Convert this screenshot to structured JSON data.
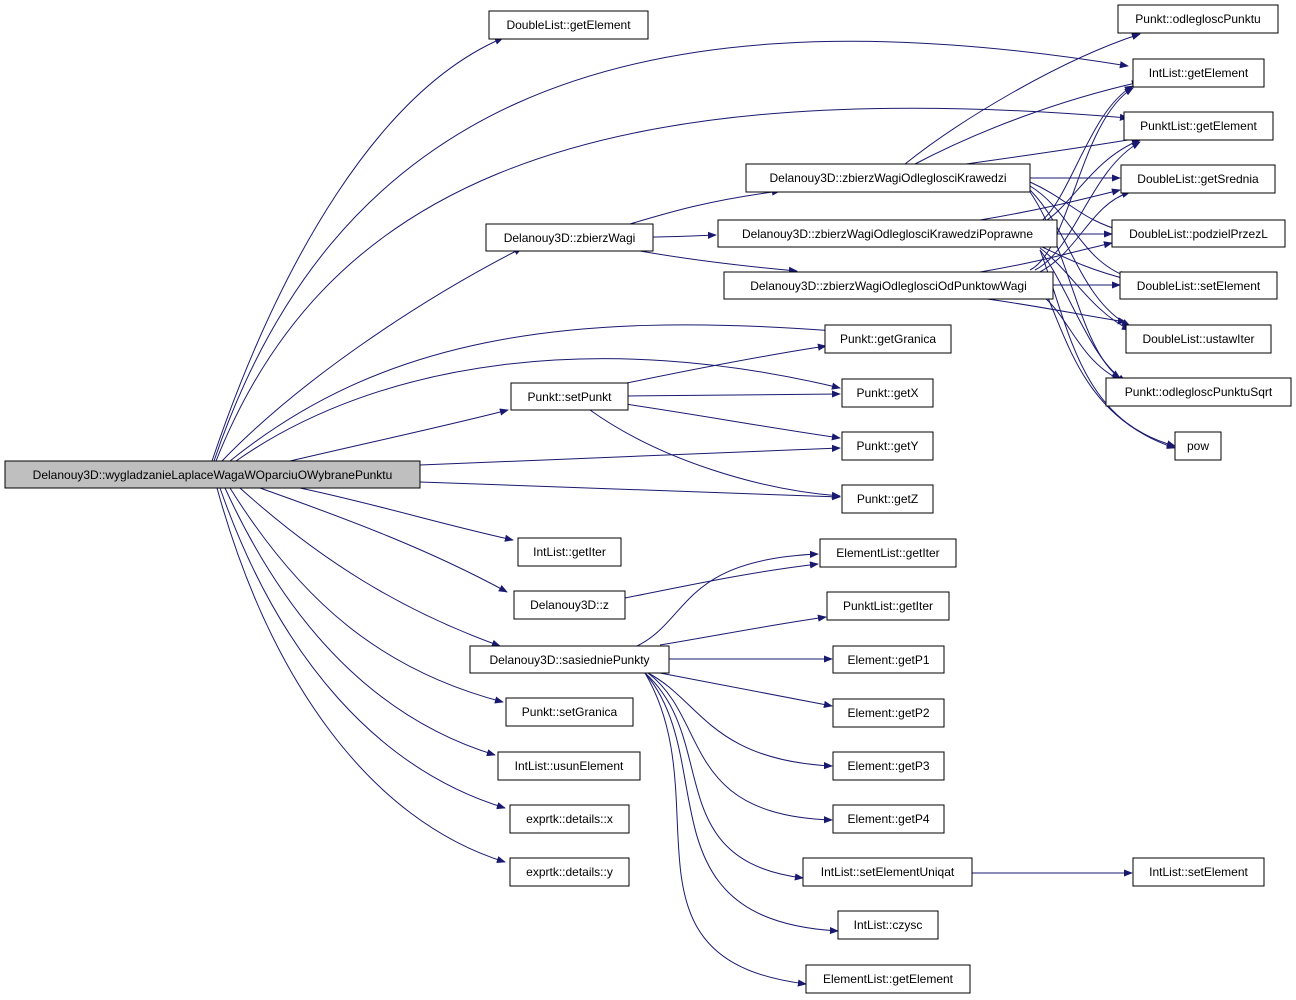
{
  "colors": {
    "edge": "#191970",
    "node_fill": "#ffffff",
    "root_fill": "#bfbfbf",
    "border": "#000000"
  },
  "nodes": {
    "root": "Delanouy3D::wygladzanieLaplaceWagaWOparciuOWybranePunktu",
    "dl_getElement": "DoubleList::getElement",
    "zbierzWagi": "Delanouy3D::zbierzWagi",
    "zwok": "Delanouy3D::zbierzWagiOdleglosciKrawedzi",
    "zwokp": "Delanouy3D::zbierzWagiOdleglosciKrawedziPoprawne",
    "zwopw": "Delanouy3D::zbierzWagiOdleglosciOdPunktowWagi",
    "odlegloscPunktu": "Punkt::odlegloscPunktu",
    "il_getElement": "IntList::getElement",
    "pl_getElement": "PunktList::getElement",
    "getSrednia": "DoubleList::getSrednia",
    "podzielPrzezL": "DoubleList::podzielPrzezL",
    "dl_setElement": "DoubleList::setElement",
    "ustawIter": "DoubleList::ustawIter",
    "odlegloscPunktuSqrt": "Punkt::odlegloscPunktuSqrt",
    "pow": "pow",
    "getGranica": "Punkt::getGranica",
    "setPunkt": "Punkt::setPunkt",
    "getX": "Punkt::getX",
    "getY": "Punkt::getY",
    "getZ": "Punkt::getZ",
    "il_getIter": "IntList::getIter",
    "d3z": "Delanouy3D::z",
    "el_getIter": "ElementList::getIter",
    "pl_getIter": "PunktList::getIter",
    "sasiedniePunkty": "Delanouy3D::sasiedniePunkty",
    "getP1": "Element::getP1",
    "getP2": "Element::getP2",
    "getP3": "Element::getP3",
    "getP4": "Element::getP4",
    "setGranica": "Punkt::setGranica",
    "usunElement": "IntList::usunElement",
    "setElementUniqat": "IntList::setElementUniqat",
    "il_setElement": "IntList::setElement",
    "detailsX": "exprtk::details::x",
    "detailsY": "exprtk::details::y",
    "czysc": "IntList::czysc",
    "el_getElement": "ElementList::getElement"
  }
}
